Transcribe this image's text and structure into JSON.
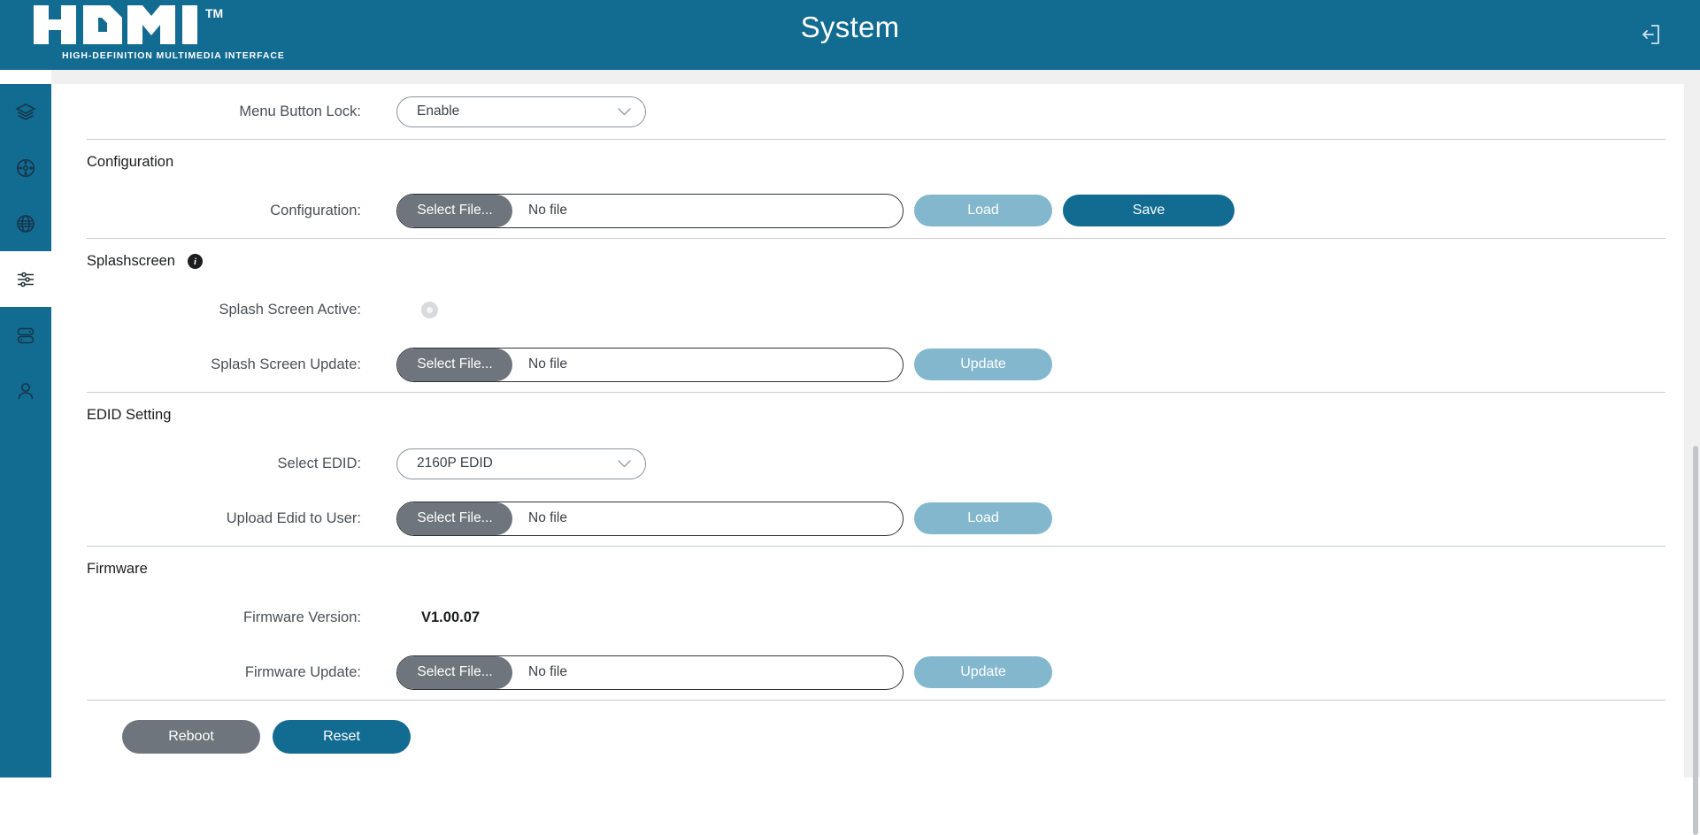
{
  "header": {
    "title": "System",
    "logo_alt": "HDMI",
    "logo_subtitle": "HIGH-DEFINITION MULTIMEDIA INTERFACE",
    "logo_tm": "TM",
    "logout_icon": "logout-icon",
    "background_color": "#126B91"
  },
  "sidebar": {
    "background_color": "#126B91",
    "items": [
      {
        "icon": "layers-icon",
        "active": false
      },
      {
        "icon": "move-crosshair-icon",
        "active": false
      },
      {
        "icon": "globe-icon",
        "active": false
      },
      {
        "icon": "sliders-icon",
        "active": true
      },
      {
        "icon": "server-icon",
        "active": false
      },
      {
        "icon": "user-icon",
        "active": false
      }
    ]
  },
  "main": {
    "menu_button_lock": {
      "label": "Menu Button Lock:",
      "selected": "Enable"
    },
    "configuration": {
      "section_title": "Configuration",
      "label": "Configuration:",
      "select_file_label": "Select File...",
      "file_name": "No file",
      "load_label": "Load",
      "save_label": "Save"
    },
    "splashscreen": {
      "section_title": "Splashscreen",
      "info_icon": "info-icon",
      "info_glyph": "i",
      "active_label": "Splash Screen Active:",
      "active_state": "off",
      "update_label": "Splash Screen Update:",
      "select_file_label": "Select File...",
      "file_name": "No file",
      "update_button_label": "Update"
    },
    "edid": {
      "section_title": "EDID Setting",
      "select_label": "Select EDID:",
      "selected": "2160P EDID",
      "upload_label": "Upload Edid to User:",
      "select_file_label": "Select File...",
      "file_name": "No file",
      "load_label": "Load"
    },
    "firmware": {
      "section_title": "Firmware",
      "version_label": "Firmware Version:",
      "version_value": "V1.00.07",
      "update_label": "Firmware Update:",
      "select_file_label": "Select File...",
      "file_name": "No file",
      "update_button_label": "Update"
    },
    "footer": {
      "reboot_label": "Reboot",
      "reset_label": "Reset"
    }
  },
  "colors": {
    "brand_blue": "#126B91",
    "light_blue": "#83B7CD",
    "gray_button": "#6E757C",
    "panel_bg": "#FFFFFF",
    "page_bg": "#F0F0F0"
  }
}
